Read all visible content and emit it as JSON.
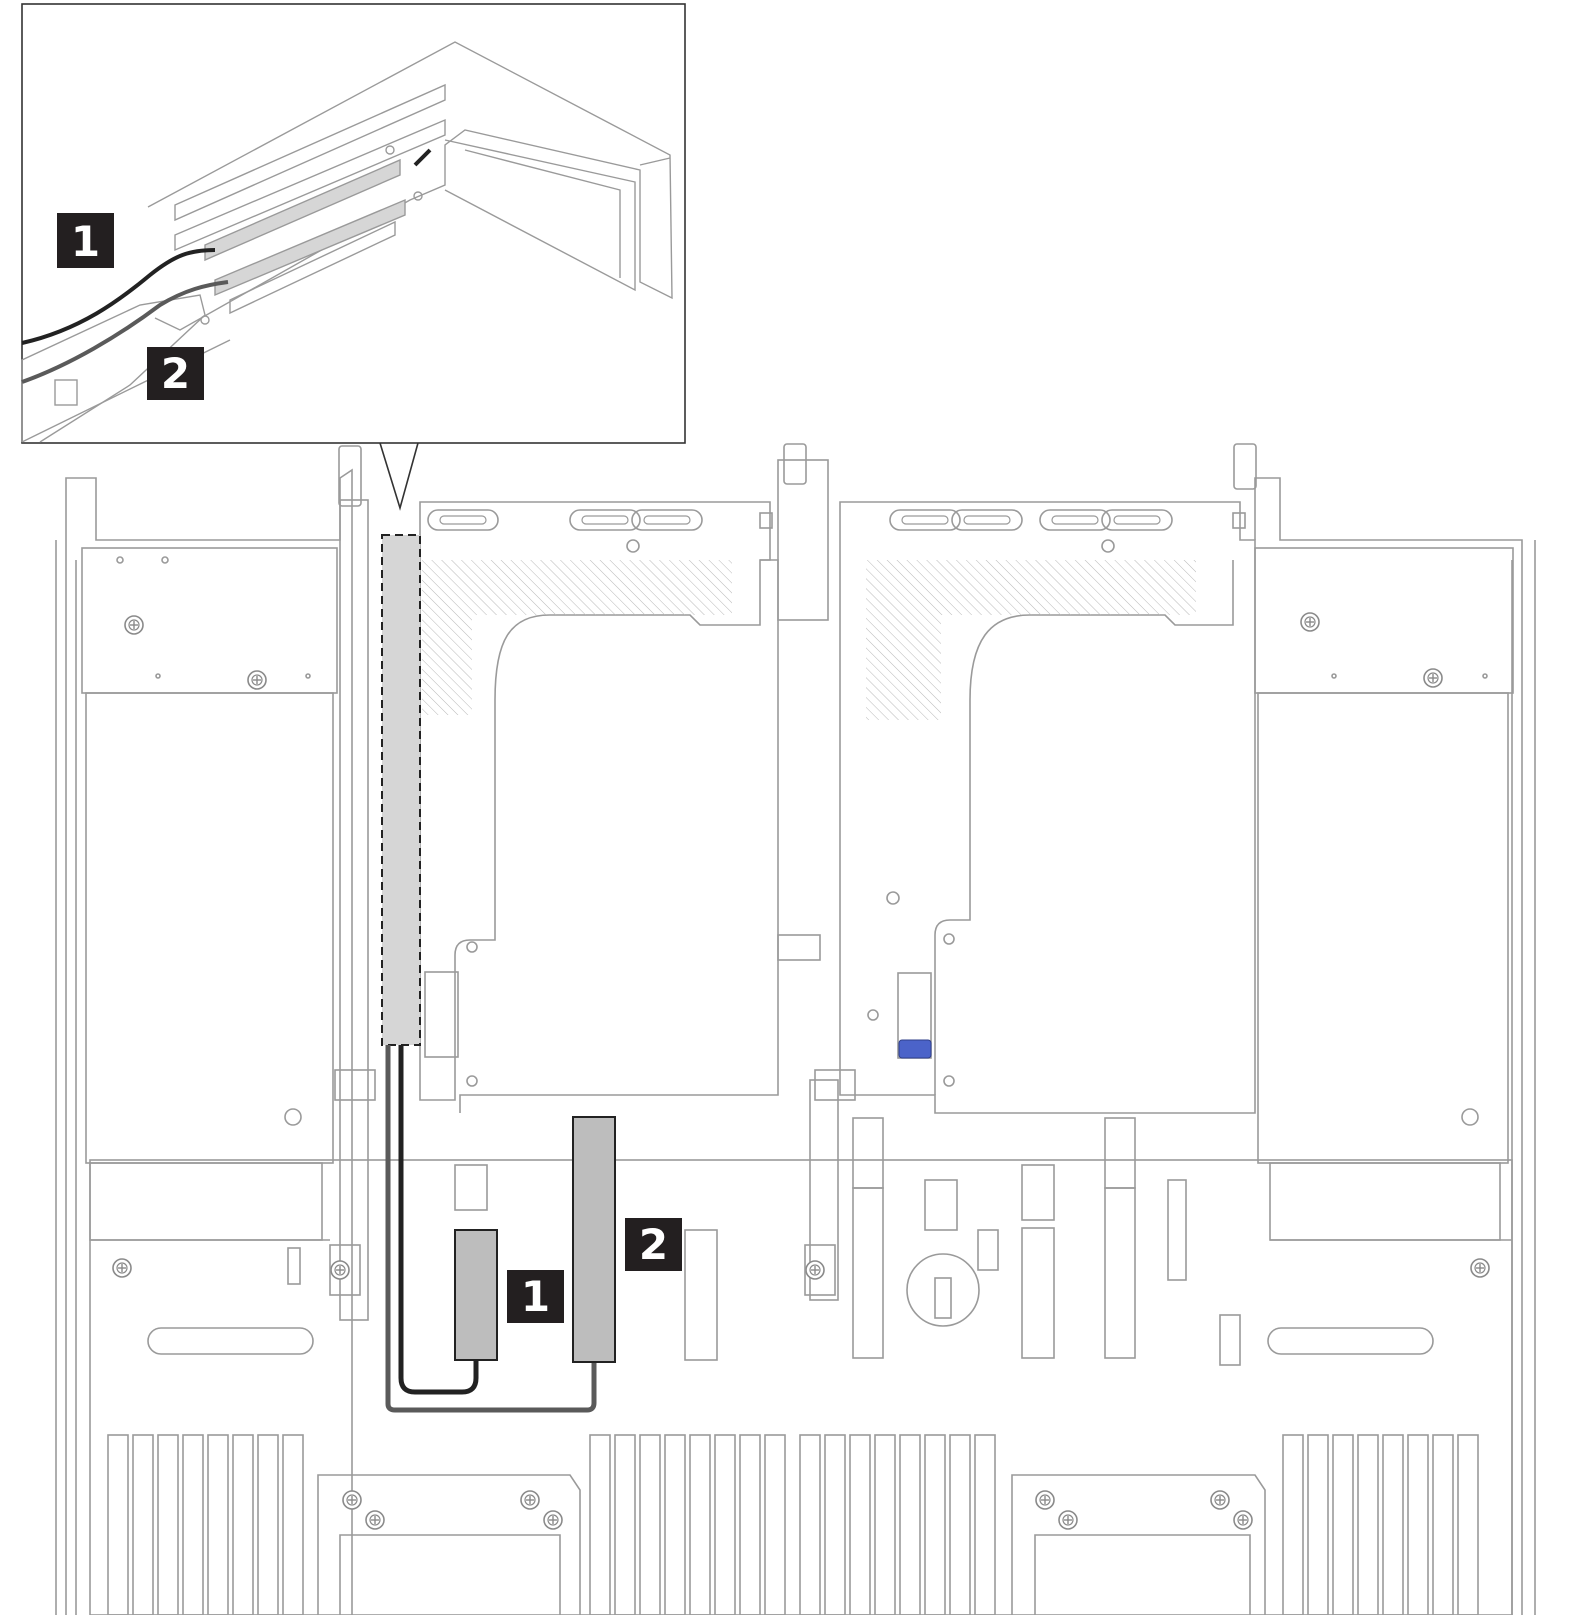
{
  "callouts": {
    "inset_1": "1",
    "inset_2": "2",
    "main_1": "1",
    "main_2": "2"
  },
  "colors": {
    "line": "#9a9a9a",
    "line_dark": "#555555",
    "cable_1": "#222222",
    "cable_2": "#5a5a5a",
    "connector_fill": "#bdbdbd",
    "riser_fill": "#d6d6d6",
    "latch_blue": "#4b63c9",
    "callout_bg": "#231f20",
    "callout_text": "#ffffff"
  },
  "icons": {
    "screw": "screw-icon",
    "callout": "callout-badge"
  }
}
